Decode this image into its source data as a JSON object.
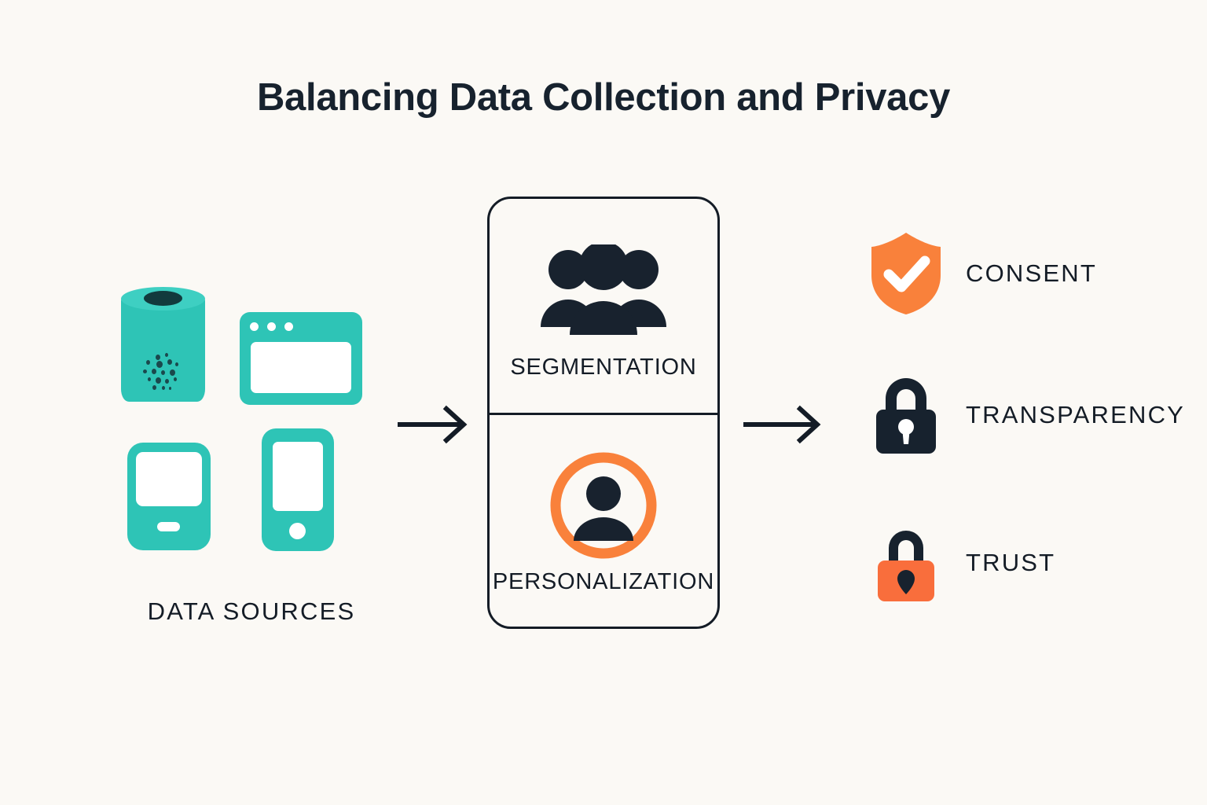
{
  "page": {
    "title": "Balancing Data Collection and Privacy",
    "background_color": "#FBF9F5",
    "accent_teal": "#2EC4B6",
    "accent_orange": "#F9813B",
    "ink": "#141C26"
  },
  "left": {
    "label": "DATA SOURCES",
    "devices": [
      {
        "name": "smart-speaker",
        "icon": "speaker-icon",
        "color": "#2EC4B6"
      },
      {
        "name": "browser-window",
        "icon": "browser-window-icon",
        "color": "#2EC4B6"
      },
      {
        "name": "tablet",
        "icon": "tablet-icon",
        "color": "#2EC4B6"
      },
      {
        "name": "smartphone",
        "icon": "smartphone-icon",
        "color": "#2EC4B6"
      }
    ]
  },
  "flow": {
    "arrow_1": "arrow-right-icon",
    "arrow_2": "arrow-right-icon"
  },
  "middle": {
    "sections": [
      {
        "label": "SEGMENTATION",
        "icon": "people-group-icon",
        "icon_color": "#18222E"
      },
      {
        "label": "PERSONALIZATION",
        "icon": "user-circle-icon",
        "icon_color": "#18222E",
        "ring_color": "#F9813B"
      }
    ]
  },
  "right": {
    "principles": [
      {
        "label": "CONSENT",
        "icon": "shield-check-icon",
        "icon_color": "#F9813B",
        "mark_color": "#FFFFFF"
      },
      {
        "label": "TRANSPARENCY",
        "icon": "padlock-icon",
        "icon_color": "#17222E",
        "mark_color": "#FFFFFF"
      },
      {
        "label": "TRUST",
        "icon": "padlock-icon",
        "icon_color": "#F96E3C",
        "shackle_color": "#17222E"
      }
    ]
  }
}
